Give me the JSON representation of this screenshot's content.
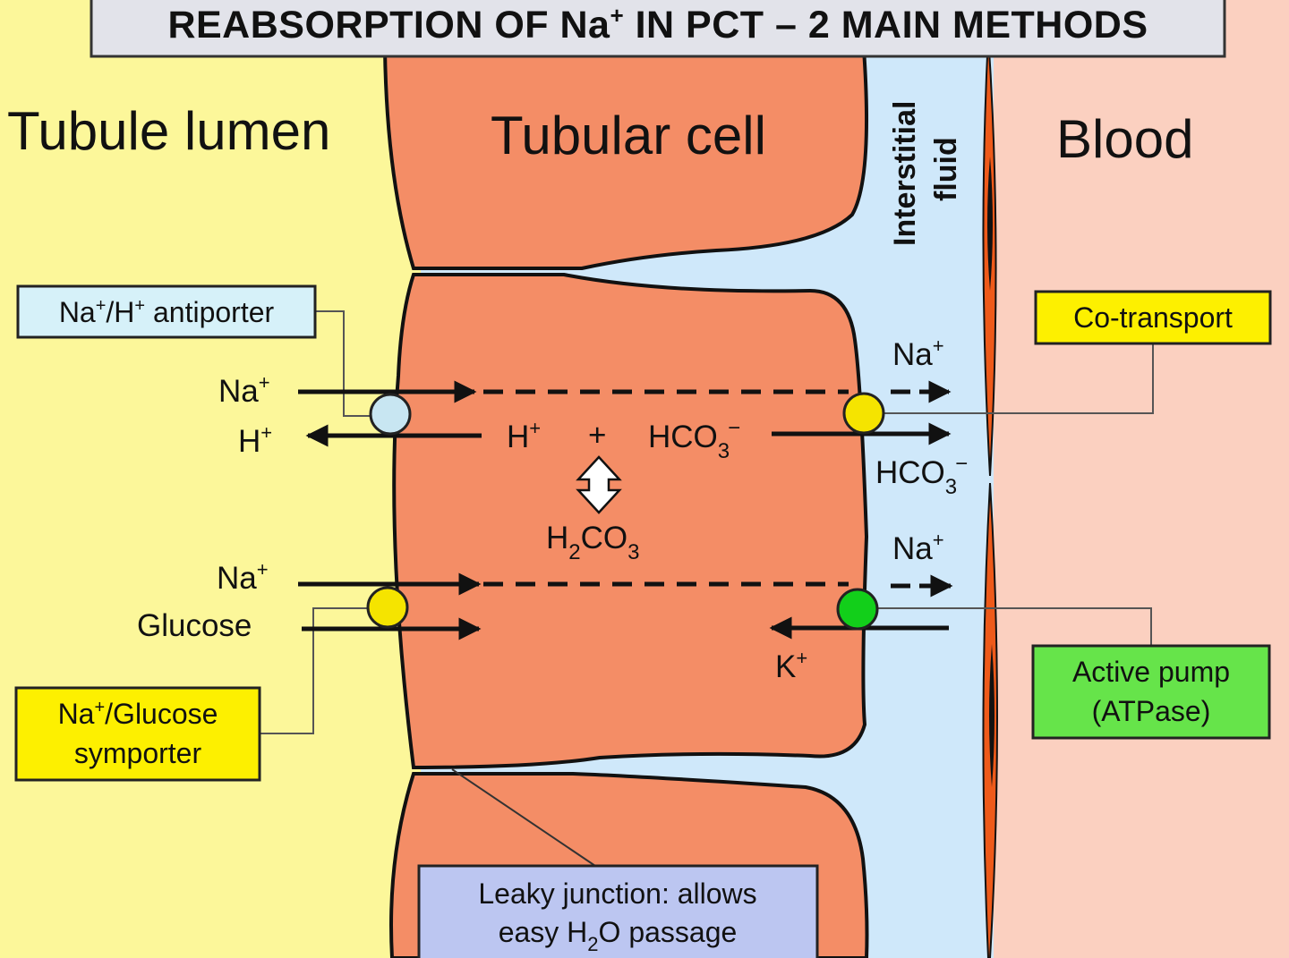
{
  "title": {
    "text": "REABSORPTION OF Na",
    "sup": "+",
    "rest": " IN PCT – 2 MAIN METHODS"
  },
  "regions": {
    "tubule_lumen": "Tubule lumen",
    "tubular_cell": "Tubular cell",
    "interstitial_line1": "Interstitial",
    "interstitial_line2": "fluid",
    "blood": "Blood"
  },
  "ions": {
    "na": "Na",
    "plus": "+",
    "minus": "−",
    "h": "H",
    "hco": "HCO",
    "sub3": "3",
    "sub2": "2",
    "h2co3_h": "H",
    "h2co3_co": "CO",
    "glucose": "Glucose",
    "k": "K"
  },
  "labels": {
    "antiporter_pre": "Na",
    "antiporter_post": "/H",
    "antiporter_end": " antiporter",
    "cotransport": "Co-transport",
    "symporter_line1_pre": "Na",
    "symporter_line1_post": "/Glucose",
    "symporter_line2": "symporter",
    "pump_line1": "Active pump",
    "pump_line2": "(ATPase)",
    "leaky_line1": "Leaky junction: allows",
    "leaky_line2_pre": "easy H",
    "leaky_line2_sub": "2",
    "leaky_line2_post": "O passage"
  },
  "colors": {
    "lumen": "#fcf79a",
    "cell": "#f48d66",
    "interstitial": "#cfe8fa",
    "blood": "#fbd0c0",
    "capillary_wall": "#ee5a1a",
    "title_bg": "#e2e3ea",
    "antiporter_box": "#d6f1f9",
    "antiporter_channel": "#c8e6f2",
    "yellow_box": "#fdf000",
    "yellow_channel": "#f5e400",
    "pump_box": "#66e44a",
    "pump_channel": "#12cf1a",
    "leaky_box": "#bcc6f1"
  }
}
